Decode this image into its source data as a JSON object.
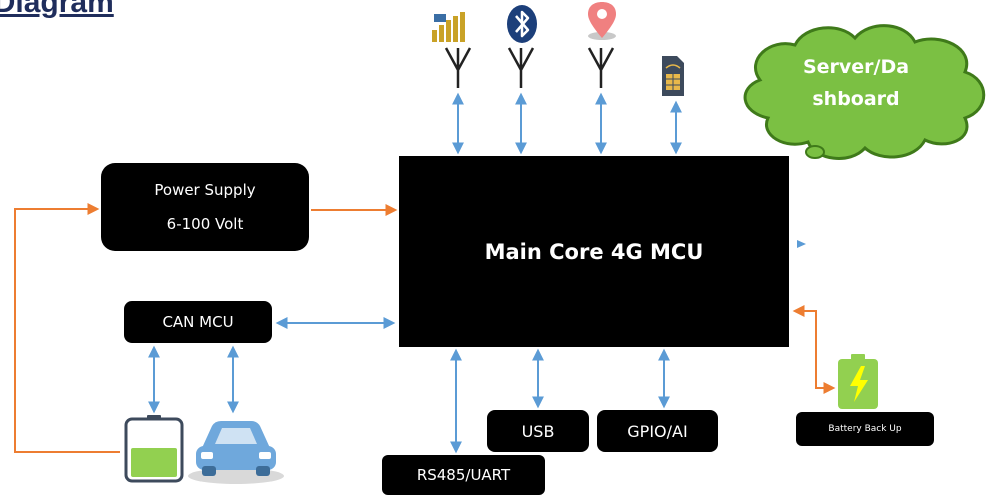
{
  "title": "ck Diagram",
  "main_core": {
    "label": "Main Core 4G MCU"
  },
  "power_supply": {
    "line1": "Power Supply",
    "line2": "6-100 Volt"
  },
  "can_mcu": {
    "label": "CAN MCU"
  },
  "usb": {
    "label": "USB"
  },
  "gpio": {
    "label": "GPIO/AI"
  },
  "rs485": {
    "label": "RS485/UART"
  },
  "battery_backup": {
    "label": "Battery Back Up"
  },
  "server": {
    "line1": "Server/Da",
    "line2": "shboard"
  },
  "top_icons": [
    "cellular-signal-icon",
    "bluetooth-icon",
    "location-pin-icon",
    "sim-card-icon"
  ],
  "bottom_icons": [
    "battery-icon",
    "car-icon"
  ],
  "colors": {
    "box": "#000000",
    "blue_arrow": "#5b9bd5",
    "orange_arrow": "#ed7d31",
    "cloud_fill": "#7bc043",
    "cloud_stroke": "#3f7a1a",
    "battery_green": "#92d050",
    "title": "#1f2d5c"
  }
}
